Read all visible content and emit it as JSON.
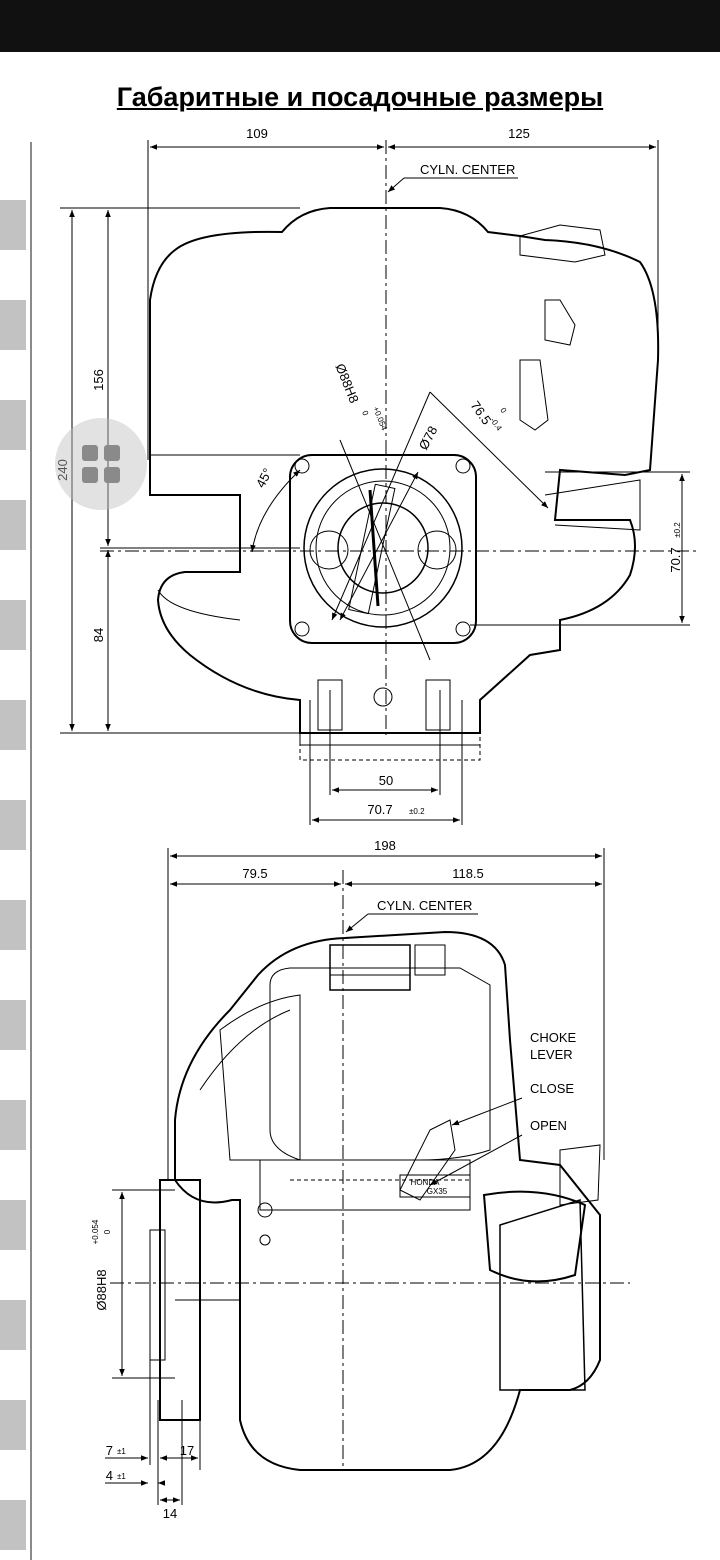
{
  "page": {
    "title": "Габаритные и посадочные размеры"
  },
  "front_view": {
    "width_left": "109",
    "width_right": "125",
    "cyln_center": "CYLN. CENTER",
    "height_total": "240",
    "height_upper": "156",
    "height_lower": "84",
    "angle": "45°",
    "bore_label": "Ø88H8",
    "bore_tol_top": "+0.054",
    "bore_tol_bottom": "0",
    "radius": "76.5",
    "radius_tol_top": "0",
    "radius_tol_bottom": "-0.4",
    "circle": "Ø78",
    "right_height": "70.7",
    "right_height_tol": "±0.2",
    "mount_spacing": "50",
    "mount_width": "70.7",
    "mount_width_tol": "±0.2"
  },
  "side_view": {
    "width_total": "198",
    "width_left": "79.5",
    "width_right": "118.5",
    "cyln_center": "CYLN. CENTER",
    "choke_lever_line1": "CHOKE",
    "choke_lever_line2": "LEVER",
    "close": "CLOSE",
    "open": "OPEN",
    "brand": "HONDA",
    "model": "GX35",
    "bore_label": "Ø88H8",
    "bore_tol_top": "+0.054",
    "bore_tol_bottom": "0",
    "dim_7": "7",
    "dim_7_tol": "±1",
    "dim_17": "17",
    "dim_4": "4",
    "dim_4_tol": "±1",
    "dim_14": "14"
  },
  "ui": {
    "fab_icon": "grid-icon"
  }
}
